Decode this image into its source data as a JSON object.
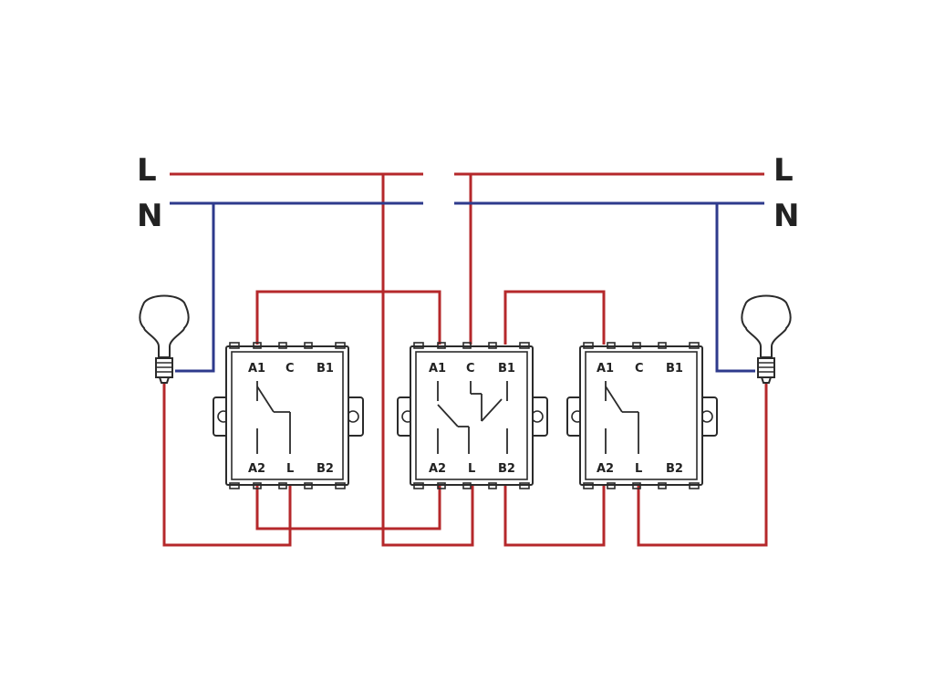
{
  "rails": {
    "line_label": "L",
    "neutral_label": "N"
  },
  "colors": {
    "line_wire": "#b5282b",
    "neutral_wire": "#2e3a8c",
    "outline": "#2b2b2b",
    "text": "#222222"
  },
  "switches": [
    {
      "id": "left",
      "type": "one-way",
      "terminals": {
        "a1": "A1",
        "c": "C",
        "b1": "B1",
        "a2": "A2",
        "l": "L",
        "b2": "B2"
      }
    },
    {
      "id": "middle",
      "type": "two-way",
      "terminals": {
        "a1": "A1",
        "c": "C",
        "b1": "B1",
        "a2": "A2",
        "l": "L",
        "b2": "B2"
      }
    },
    {
      "id": "right",
      "type": "one-way",
      "terminals": {
        "a1": "A1",
        "c": "C",
        "b1": "B1",
        "a2": "A2",
        "l": "L",
        "b2": "B2"
      }
    }
  ],
  "lamps": [
    {
      "id": "left-lamp",
      "icon": "light-bulb-icon"
    },
    {
      "id": "right-lamp",
      "icon": "light-bulb-icon"
    }
  ]
}
